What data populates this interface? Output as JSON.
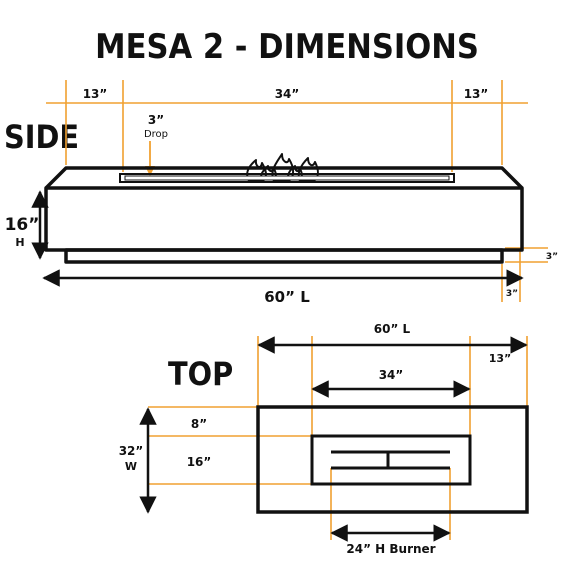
{
  "title": "MESA 2 - DIMENSIONS",
  "side_view": {
    "label": "SIDE",
    "dim_left": "13”",
    "dim_center": "34”",
    "dim_right": "13”",
    "drop_value": "3”",
    "drop_label": "Drop",
    "height_value": "16”",
    "height_label": "H",
    "length": "60” L",
    "base_offset_right": "3”",
    "base_offset_bottom": "3”"
  },
  "top_view": {
    "label": "TOP",
    "length": "60” L",
    "dim_right": "13”",
    "dim_inner": "34”",
    "dim_8": "8”",
    "dim_16": "16”",
    "width_value": "32”",
    "width_label": "W",
    "burner": "24” H Burner"
  },
  "colors": {
    "accent": "#f0a030",
    "ink": "#111111"
  }
}
